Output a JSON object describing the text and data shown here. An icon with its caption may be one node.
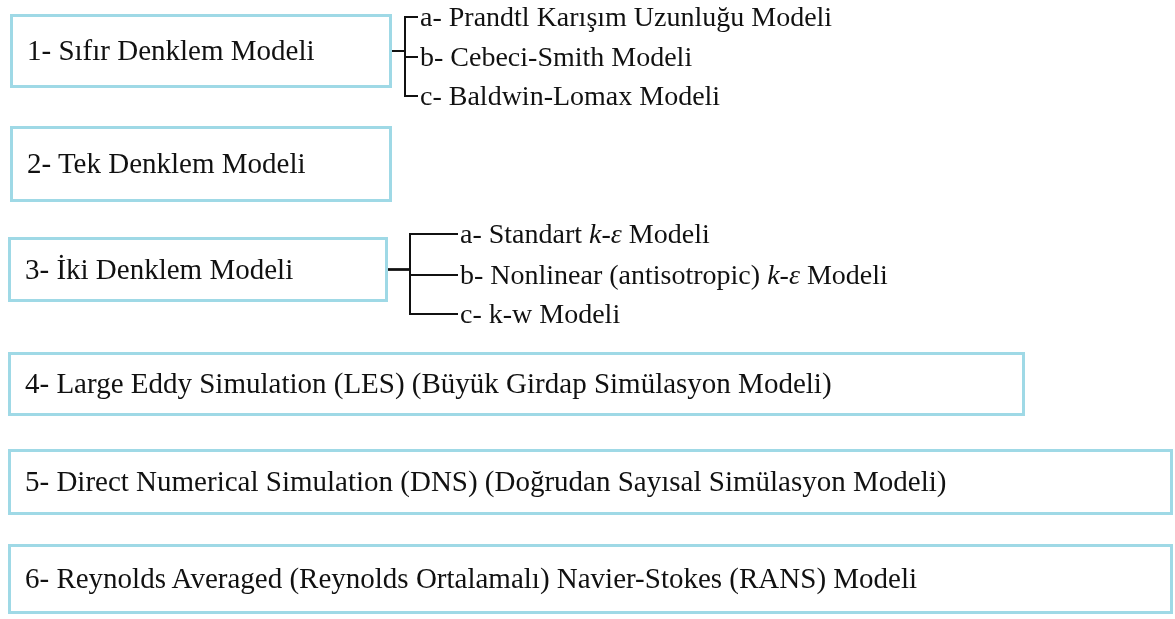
{
  "diagram": {
    "nodes": [
      {
        "text": [
          "1-  Sıfır Denklem Modeli"
        ]
      },
      {
        "text": [
          "a- Prandtl Karışım Uzunluğu Modeli"
        ]
      },
      {
        "text": [
          "b- Cebeci-Smith Modeli"
        ]
      },
      {
        "text": [
          "c- Baldwin-Lomax Modeli"
        ]
      },
      {
        "text": [
          "2-  Tek Denklem Modeli"
        ]
      },
      {
        "text": [
          "3-  İki Denklem Modeli"
        ]
      },
      {
        "text": [
          "a- Standart *k-ε* Modeli"
        ]
      },
      {
        "text": [
          "b- Nonlinear (antisotropic) *k-ε* Modeli"
        ]
      },
      {
        "text": [
          "c- k-w Modeli"
        ]
      },
      {
        "text": [
          "4-  Large Eddy Simulation (LES) (Büyük Girdap Simülasyon Modeli)"
        ]
      },
      {
        "text": [
          "5-  Direct Numerical Simulation (DNS) (Doğrudan Sayısal Simülasyon Modeli)"
        ]
      },
      {
        "text": [
          "6-  Reynolds Averaged (Reynolds Ortalamalı) Navier-Stokes (RANS) Modeli"
        ]
      }
    ],
    "edges": [
      {
        "from": 0,
        "to": 1,
        "arrow": "none"
      },
      {
        "from": 0,
        "to": 2,
        "arrow": "none"
      },
      {
        "from": 0,
        "to": 3,
        "arrow": "none"
      },
      {
        "from": 5,
        "to": 6,
        "arrow": "none"
      },
      {
        "from": 5,
        "to": 7,
        "arrow": "none"
      },
      {
        "from": 5,
        "to": 8,
        "arrow": "none"
      }
    ]
  }
}
